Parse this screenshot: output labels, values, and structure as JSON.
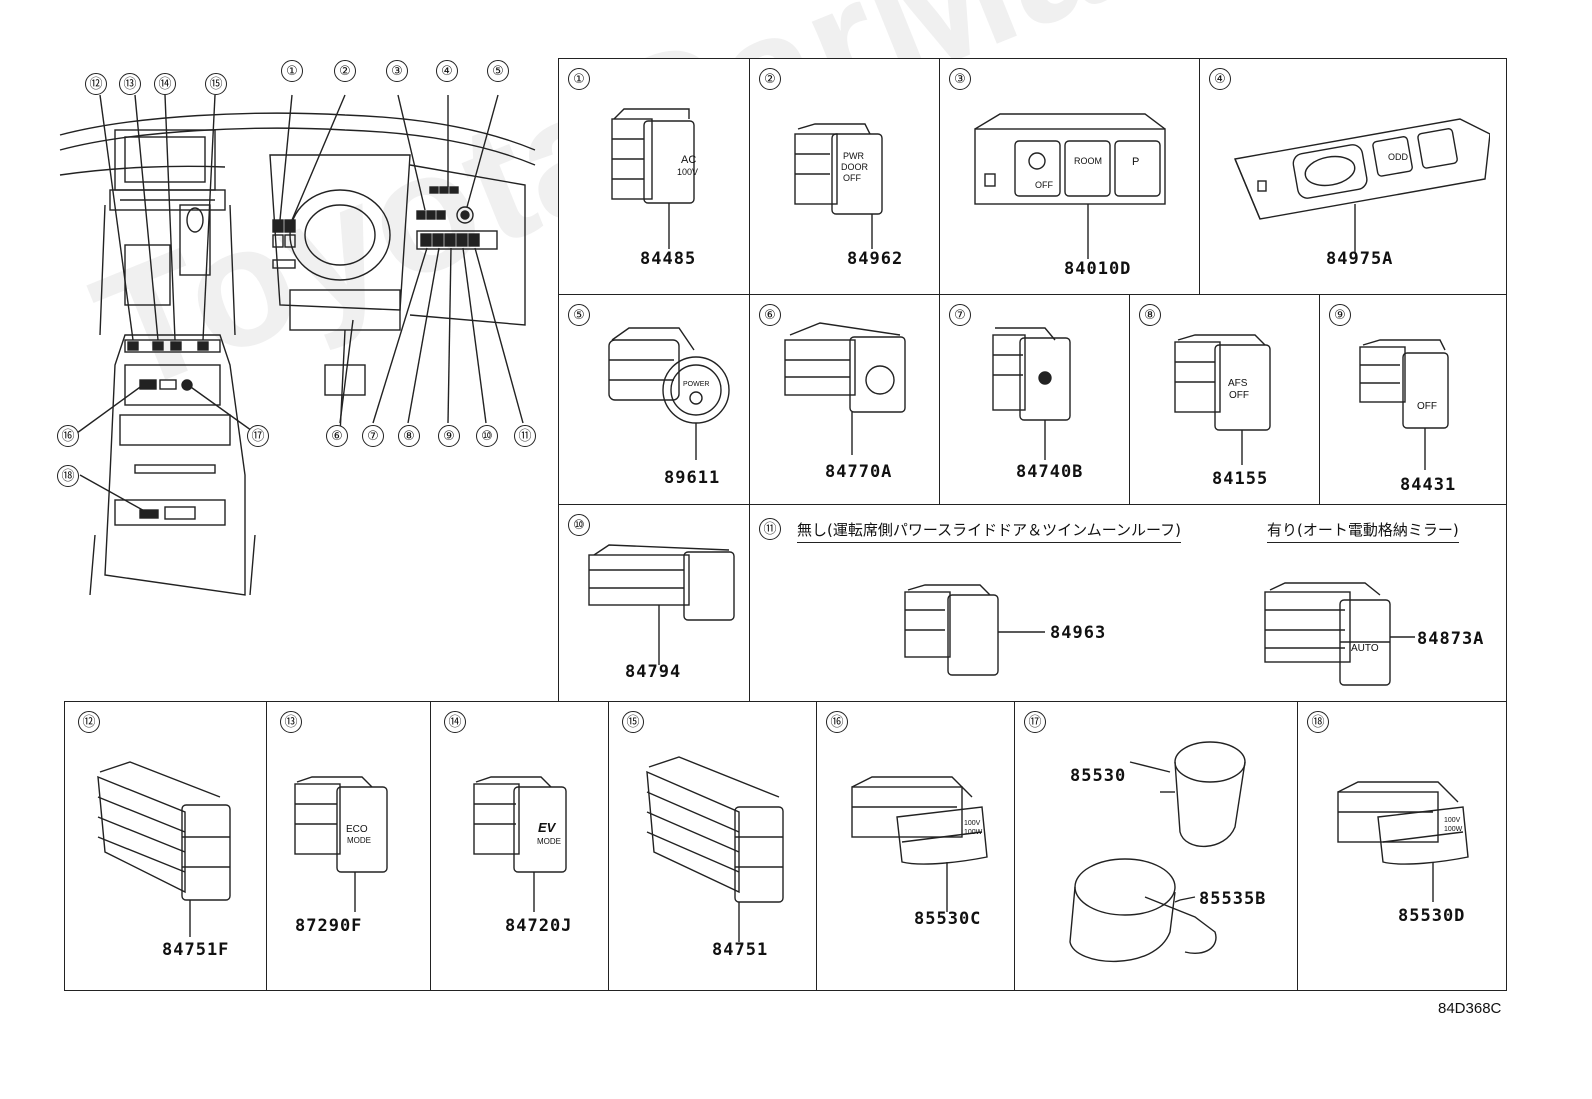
{
  "diagram_code": "84D368C",
  "watermark": "ToyotaCarMart.ru",
  "overview_callouts": [
    "①",
    "②",
    "③",
    "④",
    "⑤",
    "⑥",
    "⑦",
    "⑧",
    "⑨",
    "⑩",
    "⑪",
    "⑫",
    "⑬",
    "⑭",
    "⑮",
    "⑯",
    "⑰",
    "⑱"
  ],
  "cells": {
    "c1": {
      "num": "①",
      "part": "84485",
      "label1": "AC",
      "label2": "100V"
    },
    "c2": {
      "num": "②",
      "part": "84962",
      "label1": "PWR",
      "label2": "DOOR",
      "label3": "OFF"
    },
    "c3": {
      "num": "③",
      "part": "84010D",
      "label1": "OFF",
      "label2": "ROOM",
      "label3": "P"
    },
    "c4": {
      "num": "④",
      "part": "84975A",
      "label1": "ODD"
    },
    "c5": {
      "num": "⑤",
      "part": "89611",
      "label1": "POWER"
    },
    "c6": {
      "num": "⑥",
      "part": "84770A"
    },
    "c7": {
      "num": "⑦",
      "part": "84740B"
    },
    "c8": {
      "num": "⑧",
      "part": "84155",
      "label1": "AFS",
      "label2": "OFF"
    },
    "c9": {
      "num": "⑨",
      "part": "84431",
      "label1": "OFF"
    },
    "c10": {
      "num": "⑩",
      "part": "84794"
    },
    "c11": {
      "num": "⑪",
      "note_left": "無し(運転席側パワースライドドア＆ツインムーンルーフ)",
      "note_right": "有り(オート電動格納ミラー)",
      "part_left": "84963",
      "part_right": "84873A",
      "label1": "AUTO"
    },
    "c12": {
      "num": "⑫",
      "part": "84751F"
    },
    "c13": {
      "num": "⑬",
      "part": "87290F",
      "label1": "ECO",
      "label2": "MODE"
    },
    "c14": {
      "num": "⑭",
      "part": "84720J",
      "label1": "EV",
      "label2": "MODE"
    },
    "c15": {
      "num": "⑮",
      "part": "84751"
    },
    "c16": {
      "num": "⑯",
      "part": "85530C",
      "label1": "100V",
      "label2": "100W"
    },
    "c17": {
      "num": "⑰",
      "part_top": "85530",
      "part_bottom": "85535B"
    },
    "c18": {
      "num": "⑱",
      "part": "85530D",
      "label1": "100V",
      "label2": "100W"
    }
  }
}
